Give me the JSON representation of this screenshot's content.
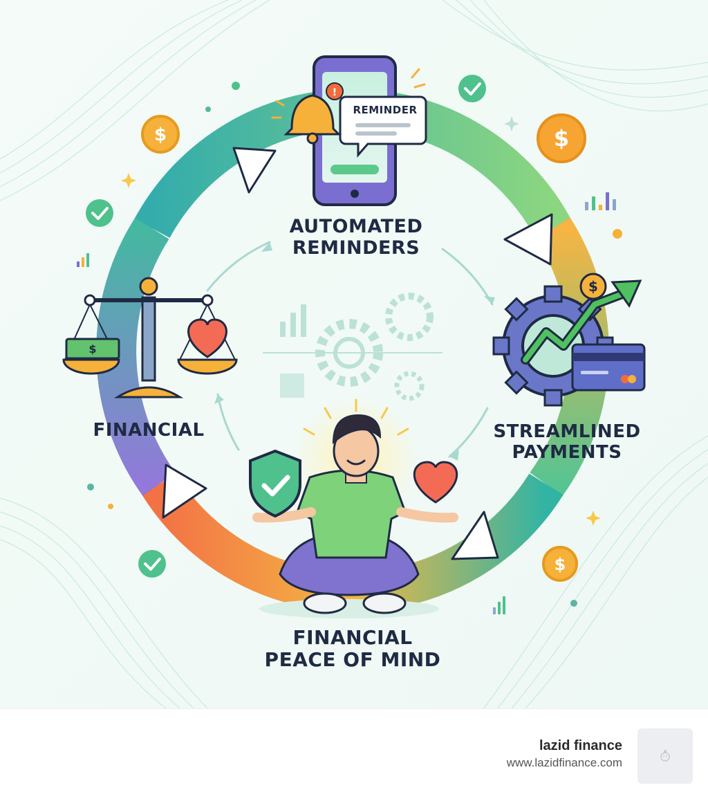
{
  "diagram": {
    "center_phone_bubble": "REMINDER",
    "nodes": [
      {
        "id": "automated",
        "lines": [
          "AUTOMATED",
          "REMINDERS"
        ]
      },
      {
        "id": "streamlined",
        "lines": [
          "STREAMLINED",
          "PAYMENTS"
        ]
      },
      {
        "id": "peace",
        "lines": [
          "FINANCIAL",
          "PEACE OF MIND"
        ]
      },
      {
        "id": "financial",
        "lines": [
          "FINANCIAL"
        ]
      }
    ],
    "colors": {
      "teal": "#2bb3a3",
      "green": "#7ed27a",
      "orange": "#f7a532",
      "purple": "#8f7ad6",
      "navy": "#1f2a44"
    },
    "icons": [
      "phone-icon",
      "bell-icon",
      "gear-icon",
      "credit-card-icon",
      "trend-arrow-icon",
      "scale-icon",
      "heart-icon",
      "shield-check-icon",
      "dollar-coin-icon",
      "person-meditating-icon"
    ]
  },
  "footer": {
    "brand_name": "lazid finance",
    "brand_url": "www.lazidfinance.com"
  }
}
